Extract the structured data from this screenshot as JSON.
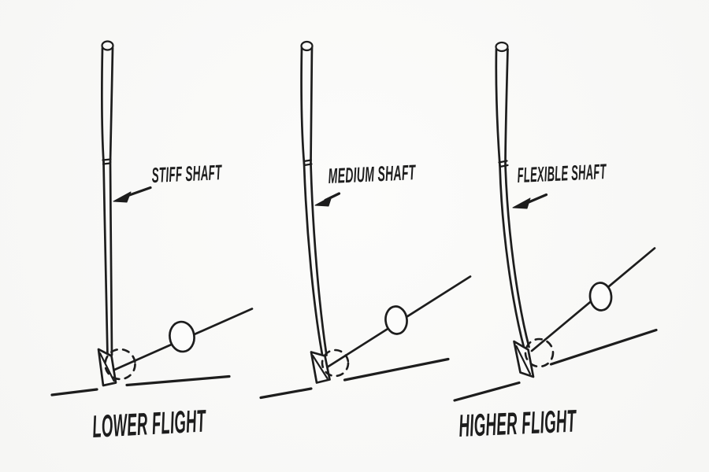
{
  "diagram": {
    "labels": {
      "stiff_shaft": "STIFF SHAFT",
      "medium_shaft": "MEDIUM SHAFT",
      "flexible_shaft": "FLEXIBLE SHAFT",
      "lower_flight": "LOWER FLIGHT",
      "higher_flight": "HIGHER FLIGHT"
    },
    "colors": {
      "ink": "#1d1d1d",
      "bg": "#fcfcfb"
    }
  }
}
